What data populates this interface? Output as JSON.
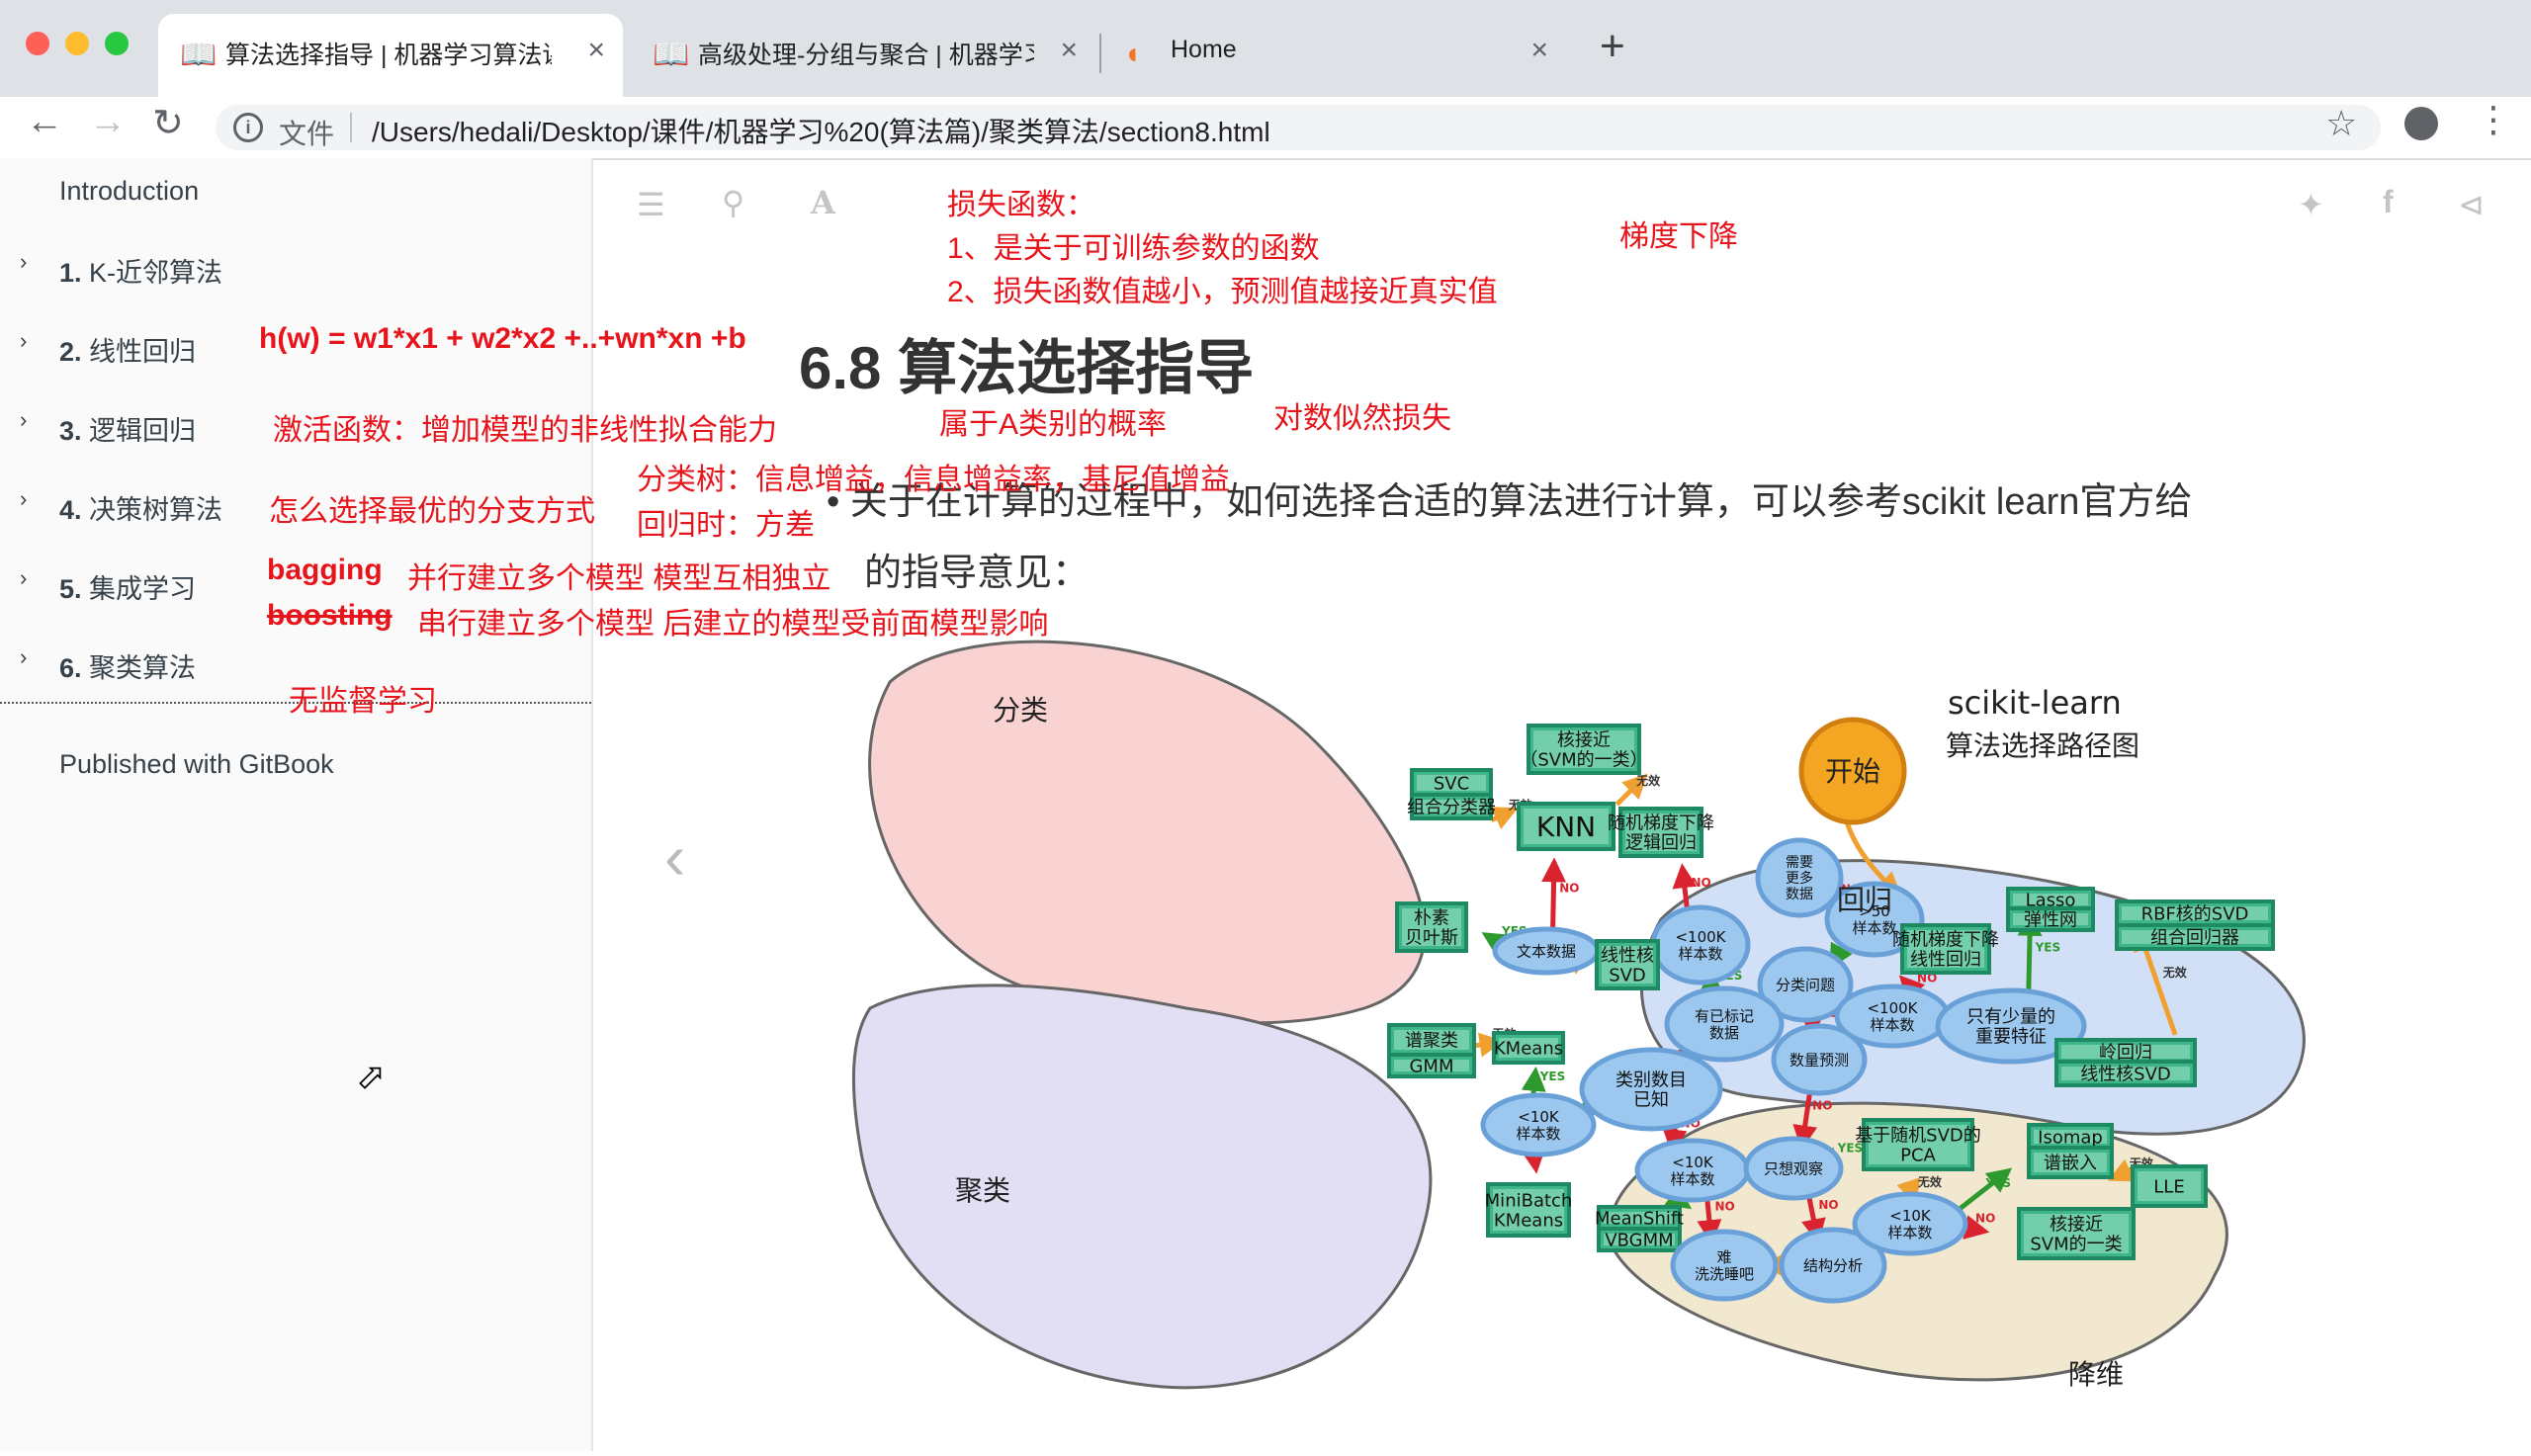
{
  "browser": {
    "tabs": [
      {
        "title": "算法选择指导 | 机器学习算法课程",
        "active": true
      },
      {
        "title": "高级处理-分组与聚合 | 机器学习",
        "active": false
      },
      {
        "title": "Home",
        "active": false
      }
    ],
    "url_prefix": "文件",
    "url": "/Users/hedali/Desktop/课件/机器学习%20(算法篇)/聚类算法/section8.html"
  },
  "sidebar": {
    "intro": "Introduction",
    "items": [
      {
        "num": "1.",
        "label": "K-近邻算法"
      },
      {
        "num": "2.",
        "label": "线性回归"
      },
      {
        "num": "3.",
        "label": "逻辑回归"
      },
      {
        "num": "4.",
        "label": "决策树算法"
      },
      {
        "num": "5.",
        "label": "集成学习"
      },
      {
        "num": "6.",
        "label": "聚类算法"
      }
    ],
    "footer": "Published with GitBook"
  },
  "content": {
    "title": "6.8 算法选择指导",
    "bullet_line1": "关于在计算的过程中，如何选择合适的算法进行计算，可以参考scikit learn官方给",
    "bullet_line2": "的指导意见："
  },
  "annotations": {
    "loss_title": "损失函数：",
    "loss_1": "1、是关于可训练参数的函数",
    "loss_2": "2、损失函数值越小，预测值越接近真实值",
    "grad": "梯度下降",
    "formula": "h(w) = w1*x1 + w2*x2 +..+wn*xn +b",
    "activation": "激活函数：增加模型的非线性拟合能力",
    "prob": "属于A类别的概率",
    "loglik": "对数似然损失",
    "split": "怎么选择最优的分支方式",
    "cls_tree": "分类树：信息增益，信息增益率，基尼值增益",
    "reg_tree": "回归时：方差",
    "bagging_k": "bagging",
    "bagging_d": "并行建立多个模型  模型互相独立",
    "boosting_k": "boosting",
    "boosting_d": "串行建立多个模型  后建立的模型受前面模型影响",
    "unsup": "无监督学习"
  },
  "diagram": {
    "title1": "scikit-learn",
    "title2": "算法选择路径图",
    "start": "开始",
    "regions": {
      "cls": "分类",
      "reg": "回归",
      "clu": "聚类",
      "dim": "降维"
    },
    "nodes": {
      "gt50": ">50\n样本数",
      "more": "需要\n更多\n数据",
      "clsq": "分类问题",
      "labeled": "有已标记\n数据",
      "lt100k_c": "<100K\n样本数",
      "text": "文本数据",
      "lsvc": "线性核\nSVD",
      "nb": "朴素\n贝叶斯",
      "knn": "KNN",
      "svc": "SVC",
      "ens": "组合分类器",
      "kernel": "核接近\n（SVM的一类）",
      "sgd_c": "随机梯度下降\n逻辑回归",
      "qty": "数量预测",
      "lt100k_r": "<100K\n样本数",
      "few": "只有少量的\n重要特征",
      "sgd_r": "随机梯度下降\n线性回归",
      "lasso": "Lasso",
      "enet": "弹性网",
      "rbf": "RBF核的SVD",
      "ensr": "组合回归器",
      "ridge": "岭回归",
      "lsvd": "线性核SVD",
      "known": "类别数目\n已知",
      "lt10k_c": "<10K\n样本数",
      "lt10k_c2": "<10K\n样本数",
      "kmeans": "KMeans",
      "spec": "谱聚类",
      "gmm": "GMM",
      "mbk": "MiniBatch\nKMeans",
      "ms": "MeanShift",
      "vbgmm": "VBGMM",
      "hard": "难\n洗洗睡吧",
      "observe": "只想观察",
      "struct": "结构分析",
      "lt10k_d": "<10K\n样本数",
      "pca": "基于随机SVD的\nPCA",
      "isomap": "Isomap",
      "spemb": "谱嵌入",
      "lle": "LLE",
      "kernel_d": "核接近\nSVM的一类"
    },
    "edges": {
      "yes": "YES",
      "no": "NO",
      "fail": "无效"
    },
    "colors": {
      "cls": "#f9d2d2",
      "reg": "#d2e0f7",
      "clu": "#e2def4",
      "dim": "#f1e8cf",
      "node": "#9cc8ef",
      "box": "#3fb58a",
      "start": "#f4a623",
      "yes": "#2e9a2e",
      "no": "#d9232e",
      "fail": "#f0a030"
    }
  },
  "colors": {
    "annotation": "#e8141b"
  }
}
